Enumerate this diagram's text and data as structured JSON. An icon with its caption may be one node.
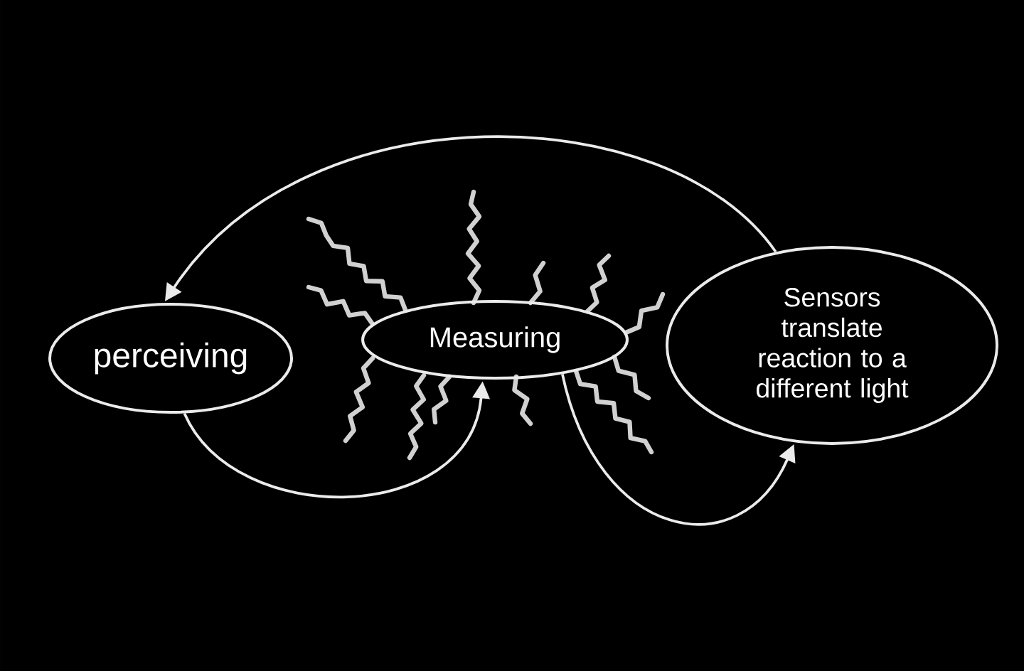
{
  "diagram": {
    "nodes": [
      {
        "text": [
          "perceiving"
        ]
      },
      {
        "text": [
          "Measuring"
        ]
      },
      {
        "text": [
          "Sensors translate reaction to a different light"
        ]
      }
    ],
    "edges": [
      {
        "from": 2,
        "to": 0,
        "arrow": "to"
      },
      {
        "from": 0,
        "to": 1,
        "arrow": "to"
      },
      {
        "from": 1,
        "to": 2,
        "arrow": "to"
      }
    ]
  }
}
